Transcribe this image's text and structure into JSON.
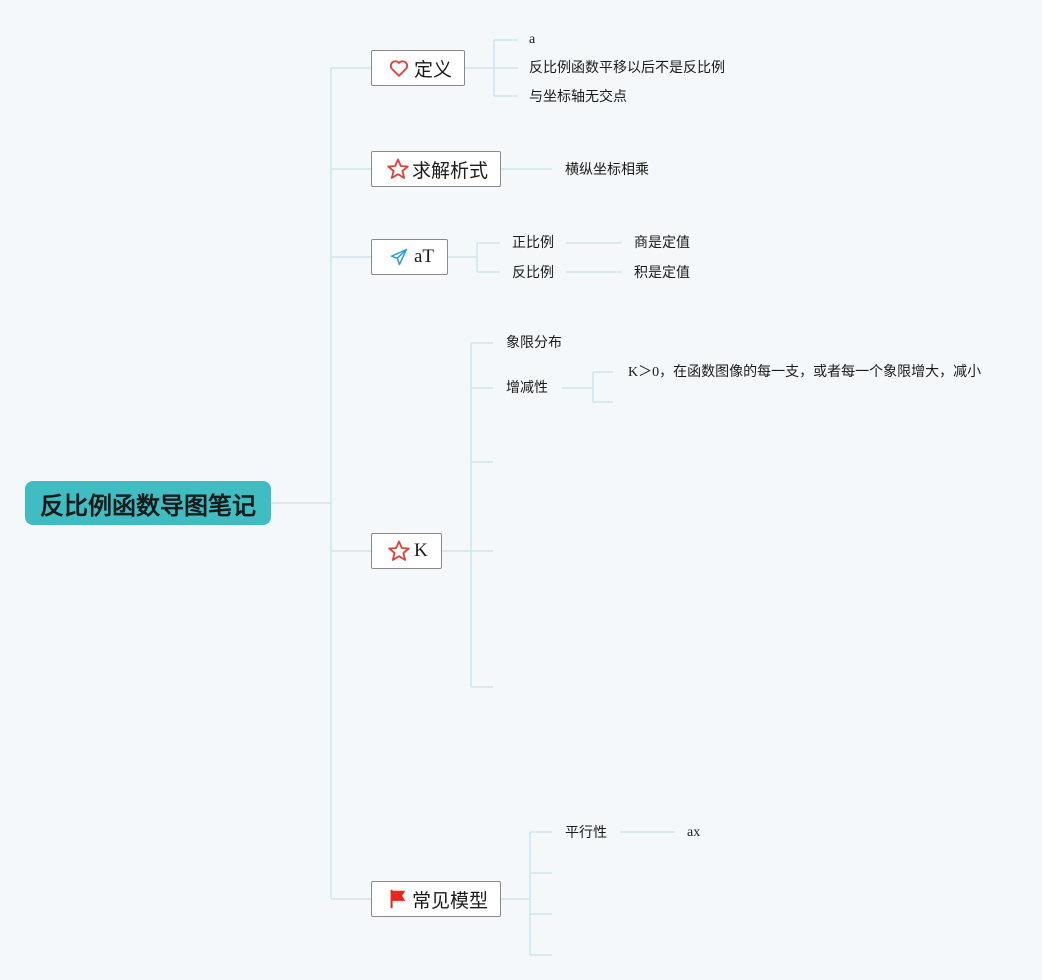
{
  "root": {
    "label": "反比例函数导图笔记"
  },
  "topics": {
    "definition": {
      "label": "定义",
      "icon": "heart-icon",
      "children": [
        "a",
        "反比例函数平移以后不是反比例",
        "与坐标轴无交点"
      ]
    },
    "solve": {
      "label": "求解析式",
      "icon": "star-icon",
      "children": [
        "横纵坐标相乘"
      ]
    },
    "at": {
      "label": "aT",
      "icon": "paper-plane-icon",
      "children": [
        {
          "label": "正比例",
          "child": "商是定值"
        },
        {
          "label": "反比例",
          "child": "积是定值"
        }
      ]
    },
    "k": {
      "label": "K",
      "icon": "star-icon",
      "children": [
        {
          "label": "象限分布"
        },
        {
          "label": "增减性",
          "child": "K＞0，在函数图像的每一支，或者每一个象限增大，减小"
        }
      ]
    },
    "models": {
      "label": "常见模型",
      "icon": "flag-icon",
      "children": [
        {
          "label": "平行性",
          "child": "ax"
        }
      ]
    }
  },
  "colors": {
    "root_fill": "#3fbdc2",
    "connector": "#cfe6ea",
    "heart": "#e0413a",
    "star": "#e0413a",
    "plane": "#2a9fd6",
    "flag": "#e8261e"
  }
}
